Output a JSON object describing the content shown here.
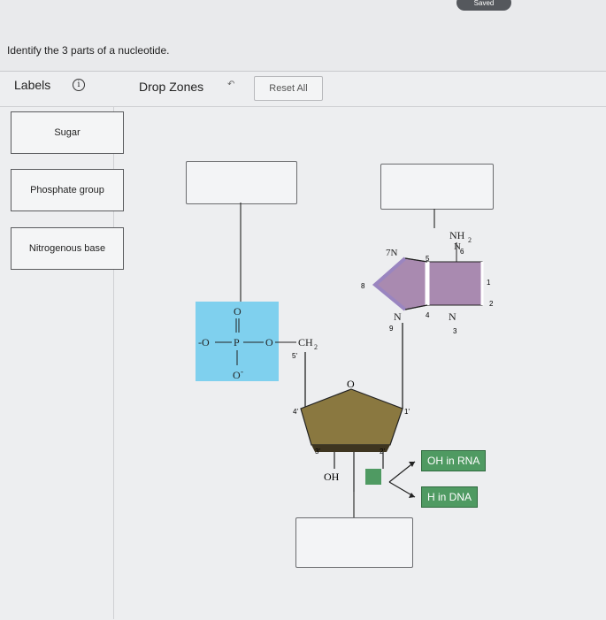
{
  "header": {
    "saved_label": "Saved"
  },
  "prompt": "Identify the 3 parts of a nucleotide.",
  "labels_panel": {
    "title": "Labels",
    "items": [
      "Sugar",
      "Phosphate group",
      "Nitrogenous base"
    ]
  },
  "drop_panel": {
    "title": "Drop Zones",
    "reset_label": "Reset All"
  },
  "diagram": {
    "phosphate": {
      "o_top": "O",
      "o_left": "-O",
      "p": "P",
      "o_mid": "O",
      "ch2": "CH",
      "ch2_sub": "2",
      "o_bottom": "O",
      "o_bottom_sup": "-",
      "pos5": "5'"
    },
    "sugar": {
      "ring_o": "O",
      "pos4": "4'",
      "pos1": "1'",
      "pos3": "3'",
      "pos2": "2'",
      "oh": "OH"
    },
    "base": {
      "nh2": "NH",
      "nh2_sub": "2",
      "n7": "7N",
      "n9": "N",
      "n3": "N",
      "n1": "N",
      "c5": "5",
      "c6": "6",
      "c8": "8",
      "c1": "1",
      "c2": "2",
      "c4": "4",
      "c9": "9",
      "c3": "3"
    },
    "rna_tag": "OH in RNA",
    "dna_tag": "H in DNA"
  },
  "colors": {
    "phosphate_fill": "#7fd0ee",
    "sugar_fill": "#8a7840",
    "base_fill": "#a98ab0",
    "tag_fill": "#4f9a62"
  }
}
